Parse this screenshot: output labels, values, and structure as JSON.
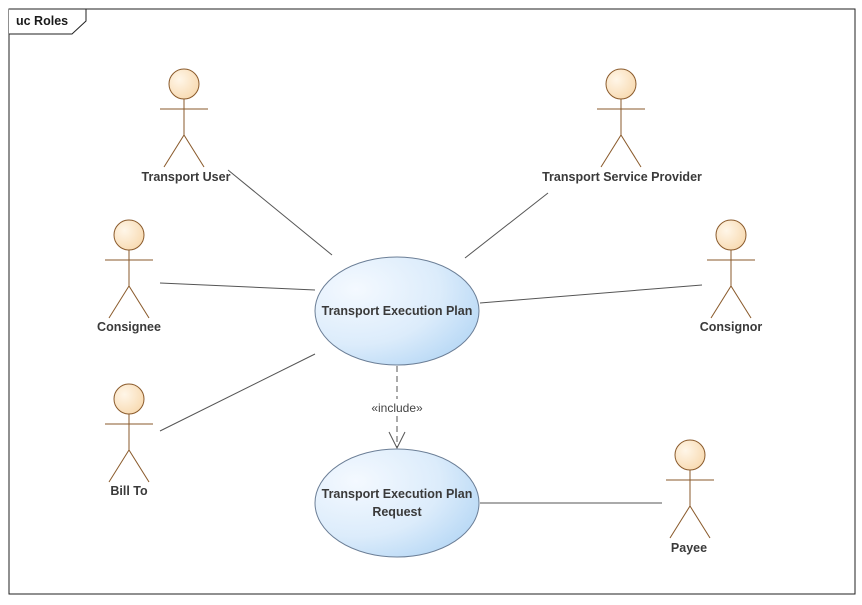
{
  "frame": {
    "title": "uc Roles"
  },
  "actors": {
    "transport_user": "Transport User",
    "transport_service_provider": "Transport Service Provider",
    "consignee": "Consignee",
    "consignor": "Consignor",
    "bill_to": "Bill To",
    "payee": "Payee"
  },
  "use_cases": {
    "transport_execution_plan": "Transport Execution Plan",
    "transport_execution_plan_request_line1": "Transport Execution Plan",
    "transport_execution_plan_request_line2": "Request"
  },
  "relations": {
    "include_label": "«include»"
  },
  "colors": {
    "actor_head_fill": "#fbe3c2",
    "actor_stroke": "#8a5a2b",
    "usecase_fill_light": "#f0f7ff",
    "usecase_fill_dark": "#bcdcf7",
    "usecase_stroke": "#6b7e96",
    "frame_stroke": "#222222"
  },
  "icons": {
    "actor": "stick-figure-icon"
  }
}
